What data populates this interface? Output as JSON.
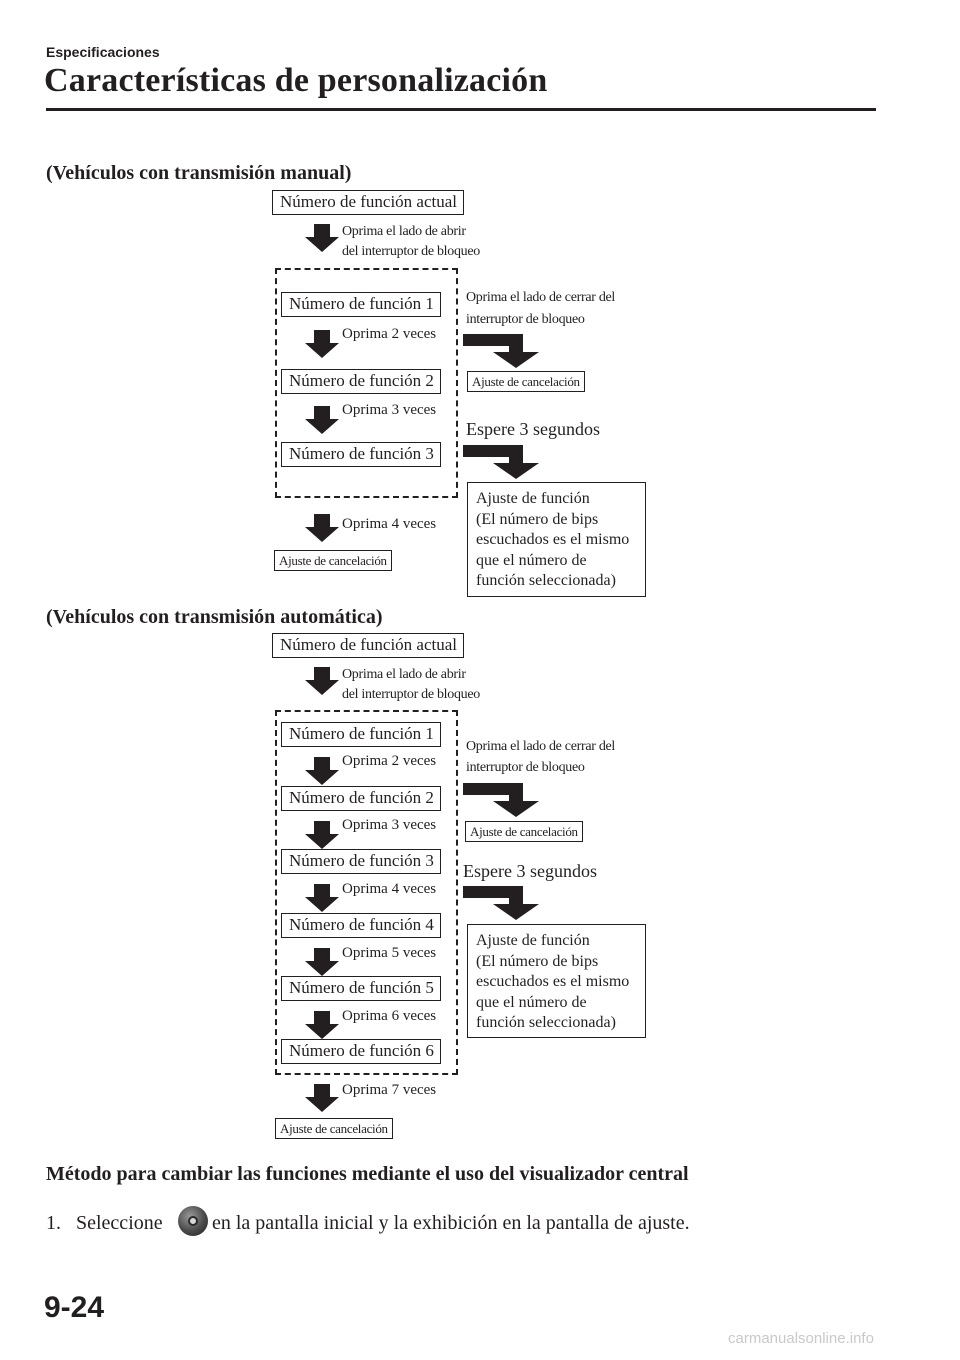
{
  "header": {
    "section": "Especificaciones",
    "title": "Características de personalización"
  },
  "manual": {
    "heading": "(Vehículos con transmisión manual)",
    "current": "Número de función actual",
    "open_note_1": "Oprima el lado de abrir",
    "open_note_2": "del interruptor de bloqueo",
    "functions": [
      "Número de función 1",
      "Número de función 2",
      "Número de función 3"
    ],
    "presses": [
      "Oprima 2 veces",
      "Oprima 3 veces",
      "Oprima 4 veces"
    ],
    "cancel": "Ajuste de cancelación",
    "close_note_1": "Oprima el lado de cerrar del",
    "close_note_2": "interruptor de bloqueo",
    "close_result": "Ajuste de cancelación",
    "wait": "Espere 3 segundos",
    "result": [
      "Ajuste de función",
      "(El número de bips",
      "escuchados es el mismo",
      "que el número de",
      "función seleccionada)"
    ]
  },
  "automatic": {
    "heading": "(Vehículos con transmisión automática)",
    "current": "Número de función actual",
    "open_note_1": "Oprima el lado de abrir",
    "open_note_2": "del interruptor de bloqueo",
    "functions": [
      "Número de función 1",
      "Número de función 2",
      "Número de función 3",
      "Número de función 4",
      "Número de función 5",
      "Número de función 6"
    ],
    "presses": [
      "Oprima 2 veces",
      "Oprima 3 veces",
      "Oprima 4 veces",
      "Oprima 5 veces",
      "Oprima 6 veces",
      "Oprima 7 veces"
    ],
    "cancel": "Ajuste de cancelación",
    "close_note_1": "Oprima el lado de cerrar del",
    "close_note_2": "interruptor de bloqueo",
    "close_result": "Ajuste de cancelación",
    "wait": "Espere 3 segundos",
    "result": [
      "Ajuste de función",
      "(El número de bips",
      "escuchados es el mismo",
      "que el número de",
      "función seleccionada)"
    ]
  },
  "method": {
    "heading": "Método para cambiar las funciones mediante el uso del visualizador central",
    "step_number": "1.",
    "step_before": "Seleccione",
    "step_icon": "settings-gear-icon",
    "step_after": "en la pantalla inicial y la exhibición en la pantalla de ajuste."
  },
  "footer": {
    "page_number": "9-24",
    "watermark": "carmanualsonline.info"
  }
}
